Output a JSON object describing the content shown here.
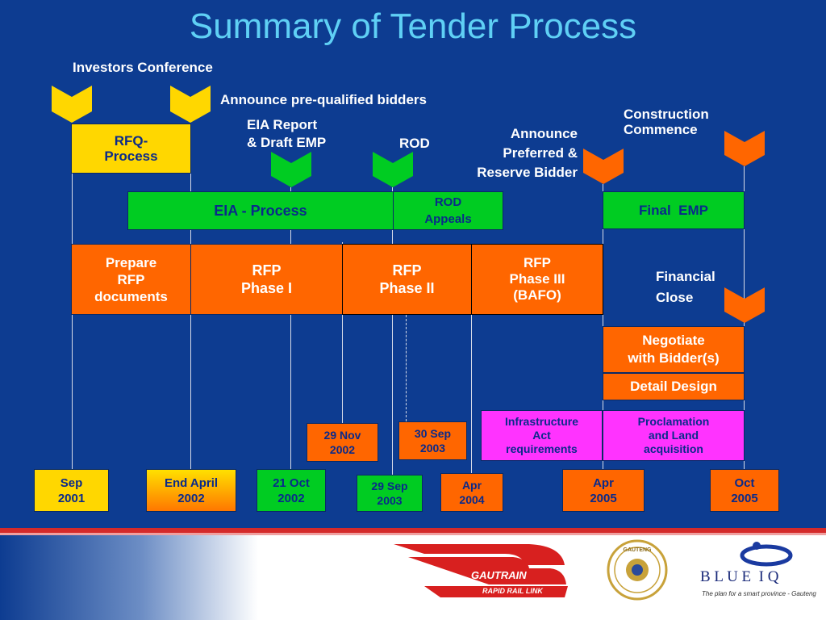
{
  "title": "Summary of Tender Process",
  "milestones": {
    "investors_conference": "Investors Conference",
    "announce_prequalified": "Announce pre-qualified bidders",
    "eia_report": "EIA Report\n& Draft EMP",
    "rod": "ROD",
    "announce_preferred": "Announce\nPreferred &\nReserve Bidder",
    "construction": "Construction\nCommence",
    "financial_close": "Financial\nClose"
  },
  "phases": {
    "rfq": "RFQ-\nProcess",
    "eia_process": "EIA - Process",
    "rod_appeals": "ROD\nAppeals",
    "final_emp": "Final  EMP",
    "prepare_rfp": "Prepare\nRFP\ndocuments",
    "rfp1": "RFP\nPhase I",
    "rfp2": "RFP\nPhase II",
    "rfp3": "RFP\nPhase III\n(BAFO)",
    "negotiate": "Negotiate\nwith Bidder(s)",
    "detail_design": "Detail Design",
    "infrastructure": "Infrastructure\nAct\nrequirements",
    "proclamation": "Proclamation\nand Land\nacquisition"
  },
  "dates": {
    "d_nov2002": "29 Nov\n2002",
    "d_sep2003b": "30 Sep\n2003",
    "d_sep2001": "Sep\n2001",
    "d_apr2002": "End April\n2002",
    "d_oct2002": "21 Oct\n2002",
    "d_sep2003": "29 Sep\n2003",
    "d_apr2004": "Apr\n2004",
    "d_apr2005": "Apr\n2005",
    "d_oct2005": "Oct\n2005"
  },
  "logos": {
    "gautrain": "GAUTRAIN",
    "rapid_rail": "RAPID RAIL LINK",
    "gauteng": "GAUTENG",
    "blueiq": "B L U E  I Q",
    "blueiq_tagline": "The plan for a smart province - Gauteng"
  },
  "colors": {
    "background": "#0d3c91",
    "title": "#5fd0f5",
    "yellow": "#ffd700",
    "green": "#00cc22",
    "orange": "#ff6600",
    "magenta": "#ff33ff"
  }
}
